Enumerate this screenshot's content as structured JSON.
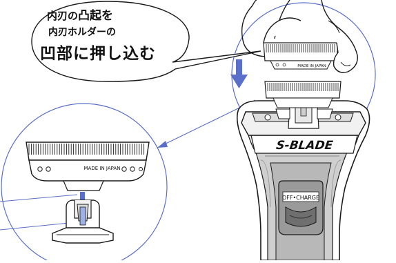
{
  "callout": {
    "line1_small": "内刃の",
    "line1_large": "凸起を",
    "line2": "内刃ホルダーの",
    "line3": "凹部に押し込む"
  },
  "blade_label_small": "MADE IN JAPAN",
  "blade_label_large": "MADE IN JAPAN",
  "brand_logo": "S-BLADE",
  "switch_label": "OFF•CHARGE",
  "colors": {
    "accent": "#5a6fc9",
    "line": "#1a1a1a",
    "metal": "#d8d8d8",
    "body_dark": "#c4c4c4"
  },
  "icons": [
    "down-arrow-icon"
  ]
}
